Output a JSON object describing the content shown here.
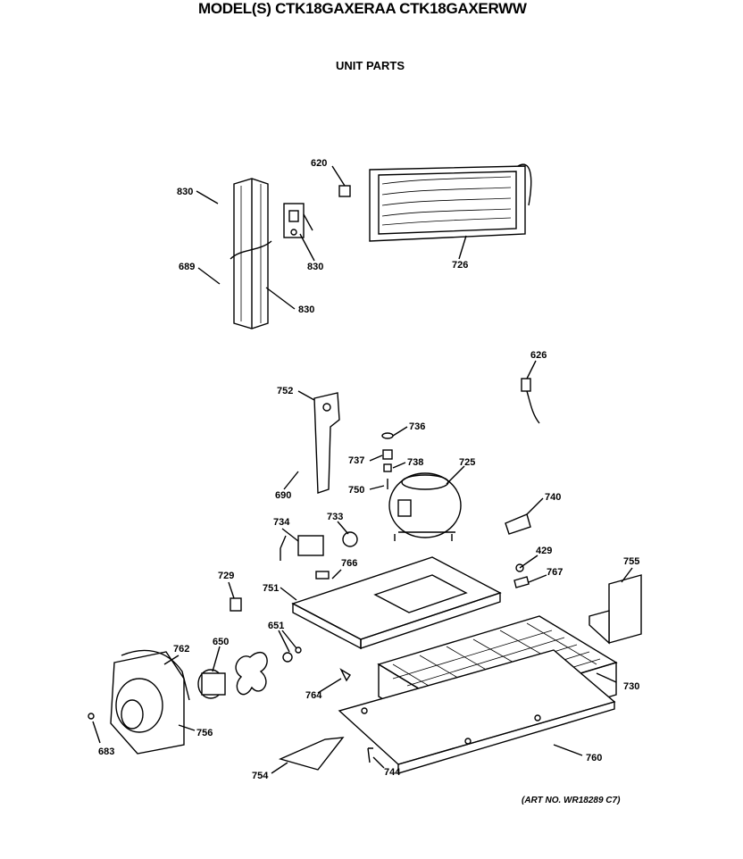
{
  "header": {
    "model_line": "MODEL(S) CTK18GAXERAA  CTK18GAXERWW",
    "subtitle": "UNIT PARTS"
  },
  "footer": {
    "art_no": "(ART NO. WR18289 C7)"
  },
  "callouts": [
    "830",
    "620",
    "726",
    "830",
    "689",
    "830",
    "626",
    "752",
    "736",
    "737",
    "738",
    "725",
    "750",
    "690",
    "740",
    "734",
    "733",
    "429",
    "767",
    "755",
    "729",
    "766",
    "751",
    "651",
    "762",
    "650",
    "730",
    "764",
    "756",
    "683",
    "760",
    "754",
    "744"
  ]
}
